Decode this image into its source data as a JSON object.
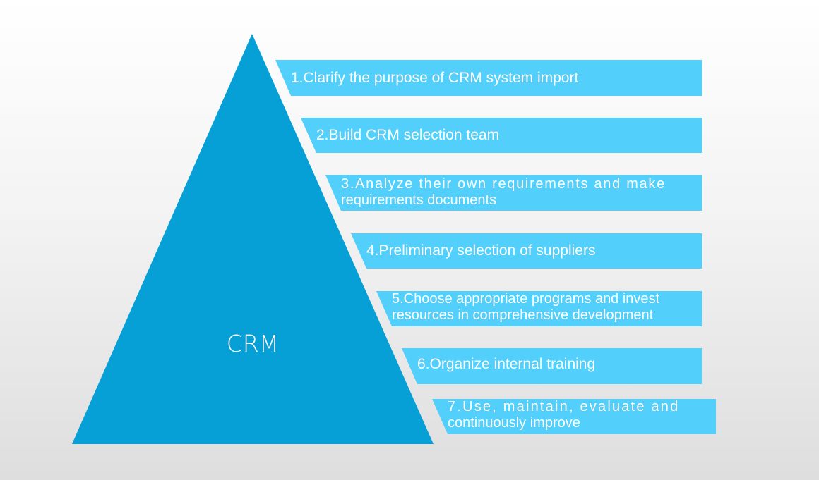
{
  "pyramid": {
    "label": "CRM",
    "color": "#069fd6"
  },
  "band_color": "#52cffb",
  "steps": [
    {
      "line1": "1.Clarify the purpose of CRM system import",
      "line2": ""
    },
    {
      "line1": "2.Build CRM selection team",
      "line2": ""
    },
    {
      "line1": "3.Analyze their own requirements and make",
      "line2": "requirements documents"
    },
    {
      "line1": "4.Preliminary selection of suppliers",
      "line2": ""
    },
    {
      "line1": "5.Choose appropriate programs and invest",
      "line2": "resources in comprehensive development"
    },
    {
      "line1": "6.Organize internal training",
      "line2": ""
    },
    {
      "line1": "7.Use, maintain, evaluate and",
      "line2": "continuously improve"
    }
  ]
}
